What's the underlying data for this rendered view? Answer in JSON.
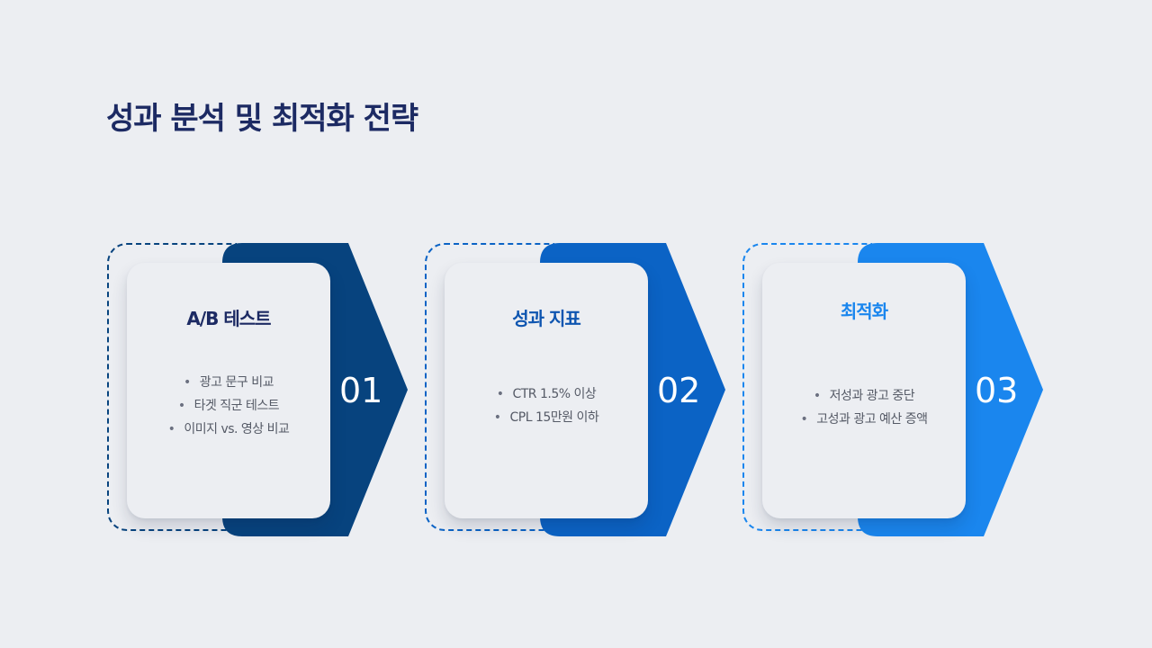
{
  "page": {
    "title": "성과 분석 및 최적화 전략"
  },
  "steps": [
    {
      "number": "01",
      "title": "A/B 테스트",
      "items": [
        "광고 문구 비교",
        "타겟 직군 테스트",
        "이미지 vs. 영상 비교"
      ],
      "color": "#07437e",
      "title_color": "#1c2a63"
    },
    {
      "number": "02",
      "title": "성과 지표",
      "items": [
        "CTR 1.5% 이상",
        "CPL 15만원 이하"
      ],
      "color": "#0b63c5",
      "title_color": "#0e55b0"
    },
    {
      "number": "03",
      "title": "최적화",
      "items": [
        "저성과 광고 중단",
        "고성과 광고 예산 증액"
      ],
      "color": "#1a86ee",
      "title_color": "#1a86ee"
    }
  ],
  "bullet_glyph": "•"
}
